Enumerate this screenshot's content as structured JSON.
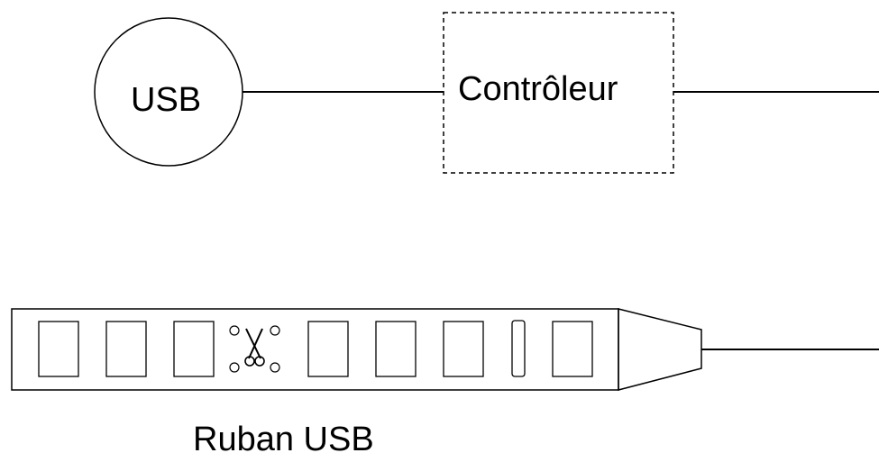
{
  "labels": {
    "usb": "USB",
    "controller": "Contrôleur",
    "strip": "Ruban USB"
  },
  "strip": {
    "segment_count": 8,
    "cut_marker_after_segment": 3
  },
  "colors": {
    "stroke": "#000000",
    "background": "#ffffff"
  }
}
